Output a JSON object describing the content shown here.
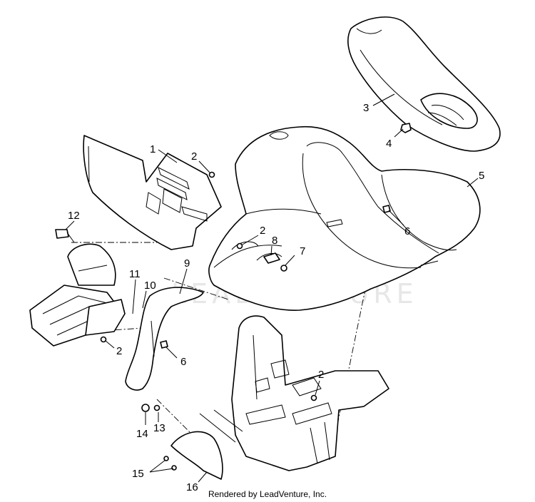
{
  "watermark": "LEADVENTURE",
  "credit": "Rendered by LeadVenture, Inc.",
  "callouts": [
    {
      "id": "c1",
      "text": "1"
    },
    {
      "id": "c2a",
      "text": "2"
    },
    {
      "id": "c2b",
      "text": "2"
    },
    {
      "id": "c2c",
      "text": "2"
    },
    {
      "id": "c2d",
      "text": "2"
    },
    {
      "id": "c3",
      "text": "3"
    },
    {
      "id": "c4",
      "text": "4"
    },
    {
      "id": "c5",
      "text": "5"
    },
    {
      "id": "c6a",
      "text": "6"
    },
    {
      "id": "c6b",
      "text": "6"
    },
    {
      "id": "c7",
      "text": "7"
    },
    {
      "id": "c8",
      "text": "8"
    },
    {
      "id": "c9",
      "text": "9"
    },
    {
      "id": "c10",
      "text": "10"
    },
    {
      "id": "c11",
      "text": "11"
    },
    {
      "id": "c12",
      "text": "12"
    },
    {
      "id": "c13",
      "text": "13"
    },
    {
      "id": "c14",
      "text": "14"
    },
    {
      "id": "c15",
      "text": "15"
    },
    {
      "id": "c16",
      "text": "16"
    }
  ]
}
